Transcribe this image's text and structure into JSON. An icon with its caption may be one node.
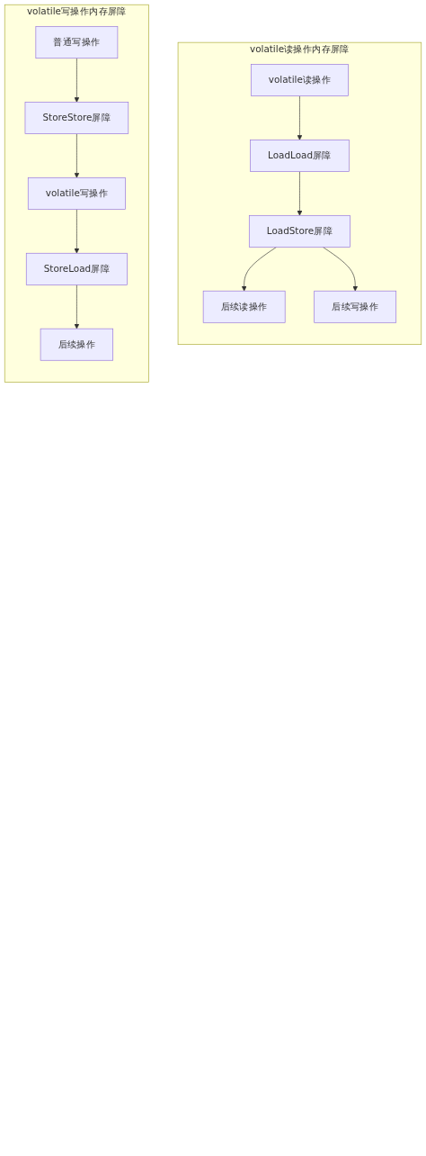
{
  "diagram": {
    "nodes": [
      {
        "text": [
          "volatile读操作内存屏障"
        ]
      },
      {
        "text": [
          "volatile读操作"
        ],
        "in": 0
      },
      {
        "text": [
          "LoadLoad屏障"
        ],
        "in": 0
      },
      {
        "text": [
          "LoadStore屏障"
        ],
        "in": 0
      },
      {
        "text": [
          "后续读操作"
        ],
        "in": 0
      },
      {
        "text": [
          "后续写操作"
        ],
        "in": 0
      },
      {
        "text": [
          "volatile写操作内存屏障"
        ]
      },
      {
        "text": [
          "普通写操作"
        ],
        "in": 6
      },
      {
        "text": [
          "StoreStore屏障"
        ],
        "in": 6
      },
      {
        "text": [
          "volatile写操作"
        ],
        "in": 6
      },
      {
        "text": [
          "StoreLoad屏障"
        ],
        "in": 6
      },
      {
        "text": [
          "后续操作"
        ],
        "in": 6
      }
    ],
    "edges": [
      {
        "from": 1,
        "to": 2,
        "arrow": "to"
      },
      {
        "from": 2,
        "to": 3,
        "arrow": "to"
      },
      {
        "from": 3,
        "to": 4,
        "arrow": "to"
      },
      {
        "from": 3,
        "to": 5,
        "arrow": "to"
      },
      {
        "from": 7,
        "to": 8,
        "arrow": "to"
      },
      {
        "from": 8,
        "to": 9,
        "arrow": "to"
      },
      {
        "from": 9,
        "to": 10,
        "arrow": "to"
      },
      {
        "from": 10,
        "to": 11,
        "arrow": "to"
      }
    ]
  }
}
